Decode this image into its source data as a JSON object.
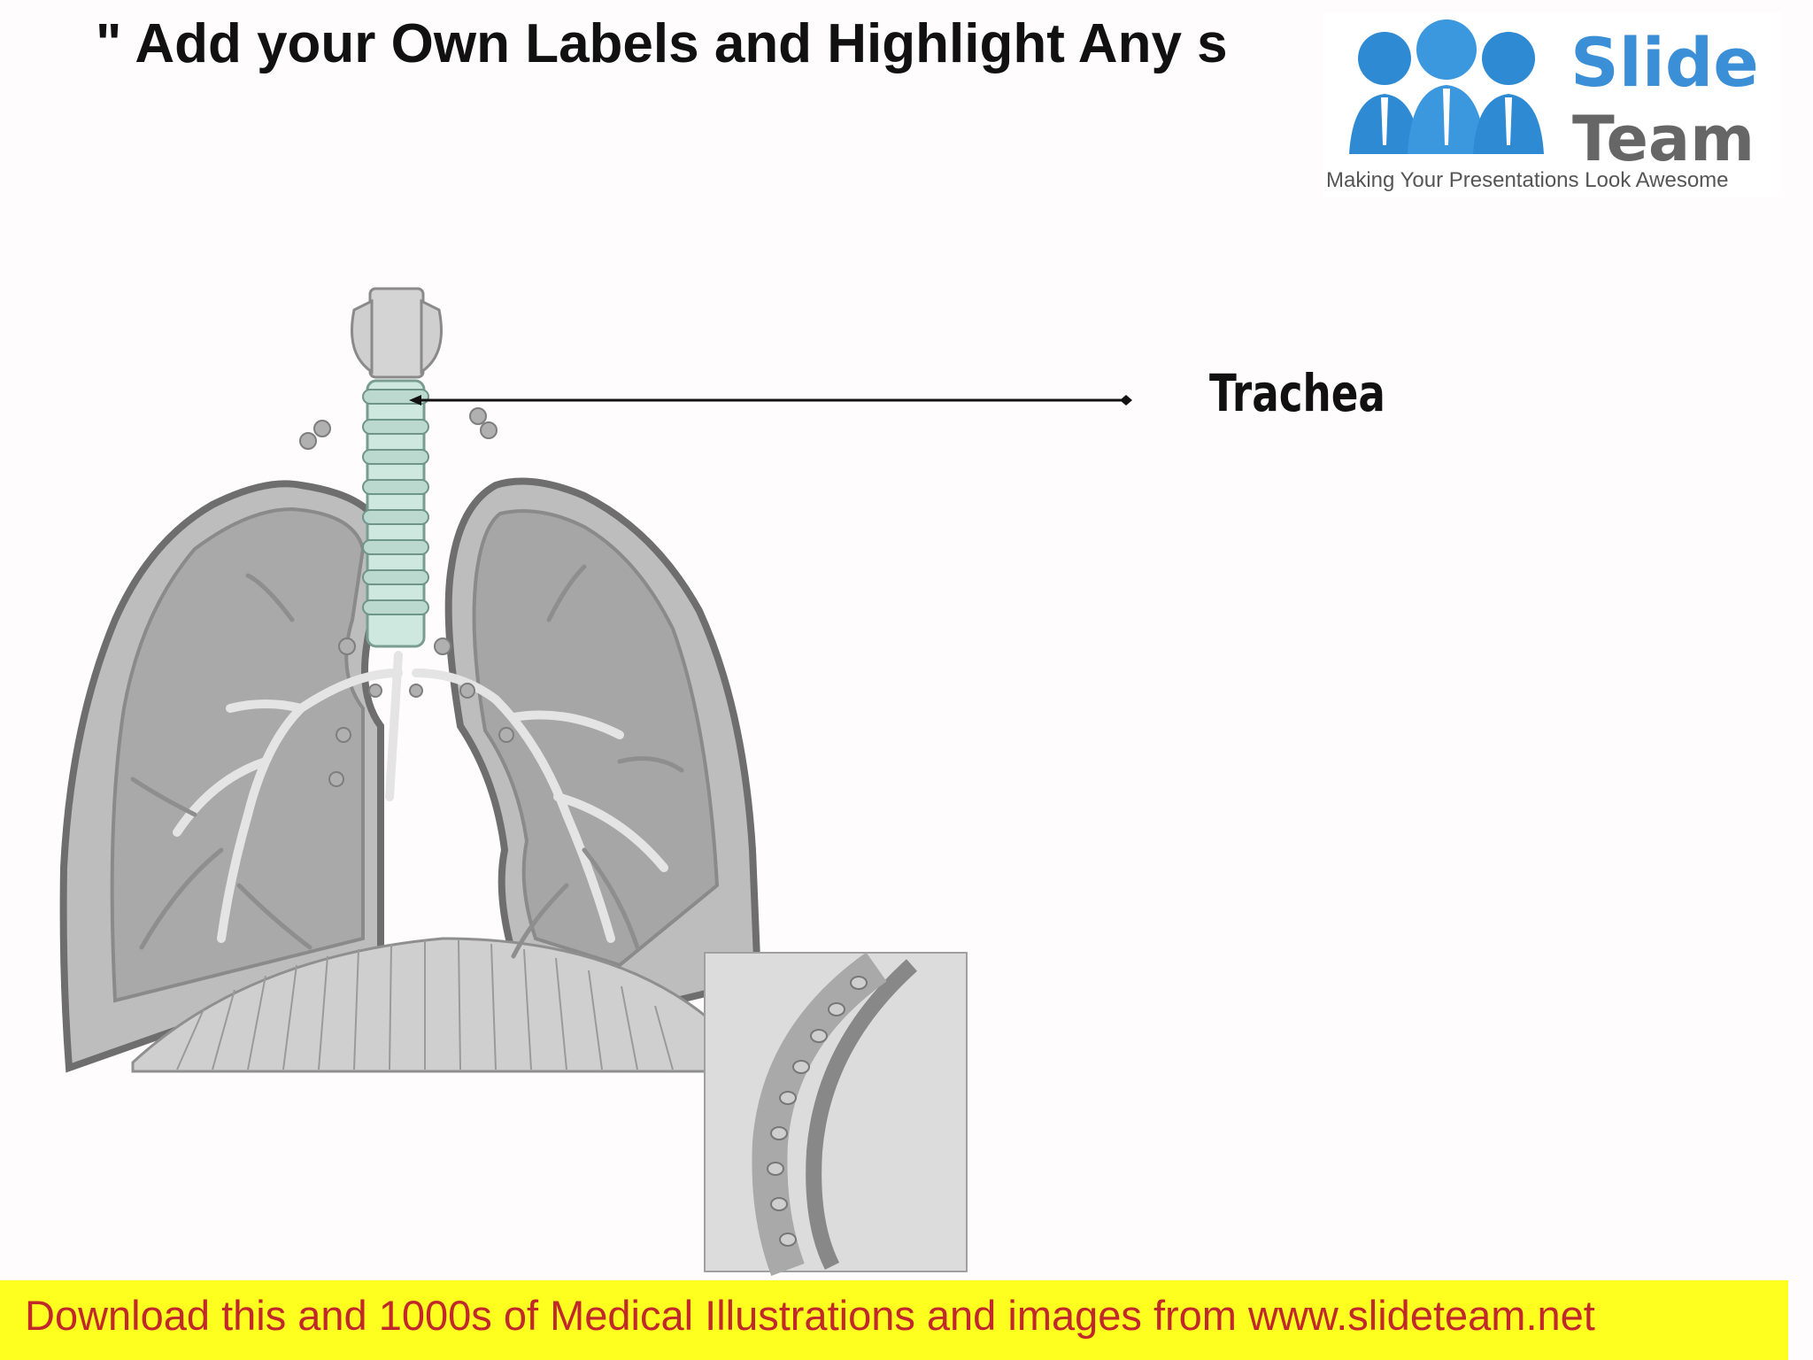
{
  "title": "\" Add your Own Labels and Highlight Any s",
  "logo": {
    "word1": "Slide",
    "word2": "Team",
    "tagline": "Making Your Presentations Look Awesome",
    "colors": {
      "blue": "#3a8fd6",
      "grey": "#666666"
    }
  },
  "diagram": {
    "labels": [
      {
        "text": "Trachea"
      }
    ]
  },
  "banner": {
    "text": "Download this and 1000s of Medical Illustrations and images from www.slideteam.net",
    "background": "#ffff1f",
    "text_color": "#c0282b"
  }
}
